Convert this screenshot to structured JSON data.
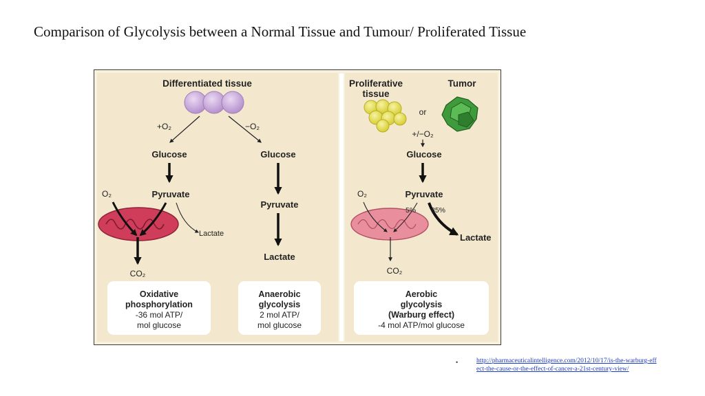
{
  "slide": {
    "title": "Comparison of Glycolysis between a Normal Tissue and Tumour/ Proliferated Tissue"
  },
  "diagram": {
    "left_panel": {
      "heading": "Differentiated tissue",
      "plus_o2": "+O₂",
      "minus_o2": "−O₂",
      "aerobic_branch": {
        "glucose": "Glucose",
        "pyruvate": "Pyruvate",
        "o2": "O₂",
        "lactate": "Lactate",
        "co2": "CO₂",
        "result_line1": "Oxidative",
        "result_line2": "phosphorylation",
        "result_line3": "-36 mol ATP/",
        "result_line4": "mol glucose"
      },
      "anaerobic_branch": {
        "glucose": "Glucose",
        "pyruvate": "Pyruvate",
        "lactate": "Lactate",
        "result_line1": "Anaerobic",
        "result_line2": "glycolysis",
        "result_line3": "2 mol ATP/",
        "result_line4": "mol glucose"
      }
    },
    "right_panel": {
      "heading_left_line1": "Proliferative",
      "heading_left_line2": "tissue",
      "heading_or": "or",
      "heading_right": "Tumor",
      "plus_minus_o2": "+/−O₂",
      "glucose": "Glucose",
      "pyruvate": "Pyruvate",
      "o2": "O₂",
      "percent_low": "5%",
      "percent_high": "85%",
      "lactate": "Lactate",
      "co2": "CO₂",
      "result_line1": "Aerobic",
      "result_line2": "glycolysis",
      "result_line3": "(Warburg effect)",
      "result_line4": "-4 mol ATP/mol glucose"
    },
    "colors": {
      "panel_bg": "#f3e8cd",
      "cell_purple": "#c9a8dc",
      "cell_yellow": "#e9e257",
      "tumor_green": "#3f9a3c",
      "mitochondrion_red": "#cf3d5b",
      "mitochondrion_pale": "#e98e9c"
    }
  },
  "source": {
    "bullet": "•",
    "url": "http://pharmaceuticalintelligence.com/2012/10/17/is-the-warburg-effect-the-cause-or-the-effect-of-cancer-a-21st-century-view/"
  }
}
